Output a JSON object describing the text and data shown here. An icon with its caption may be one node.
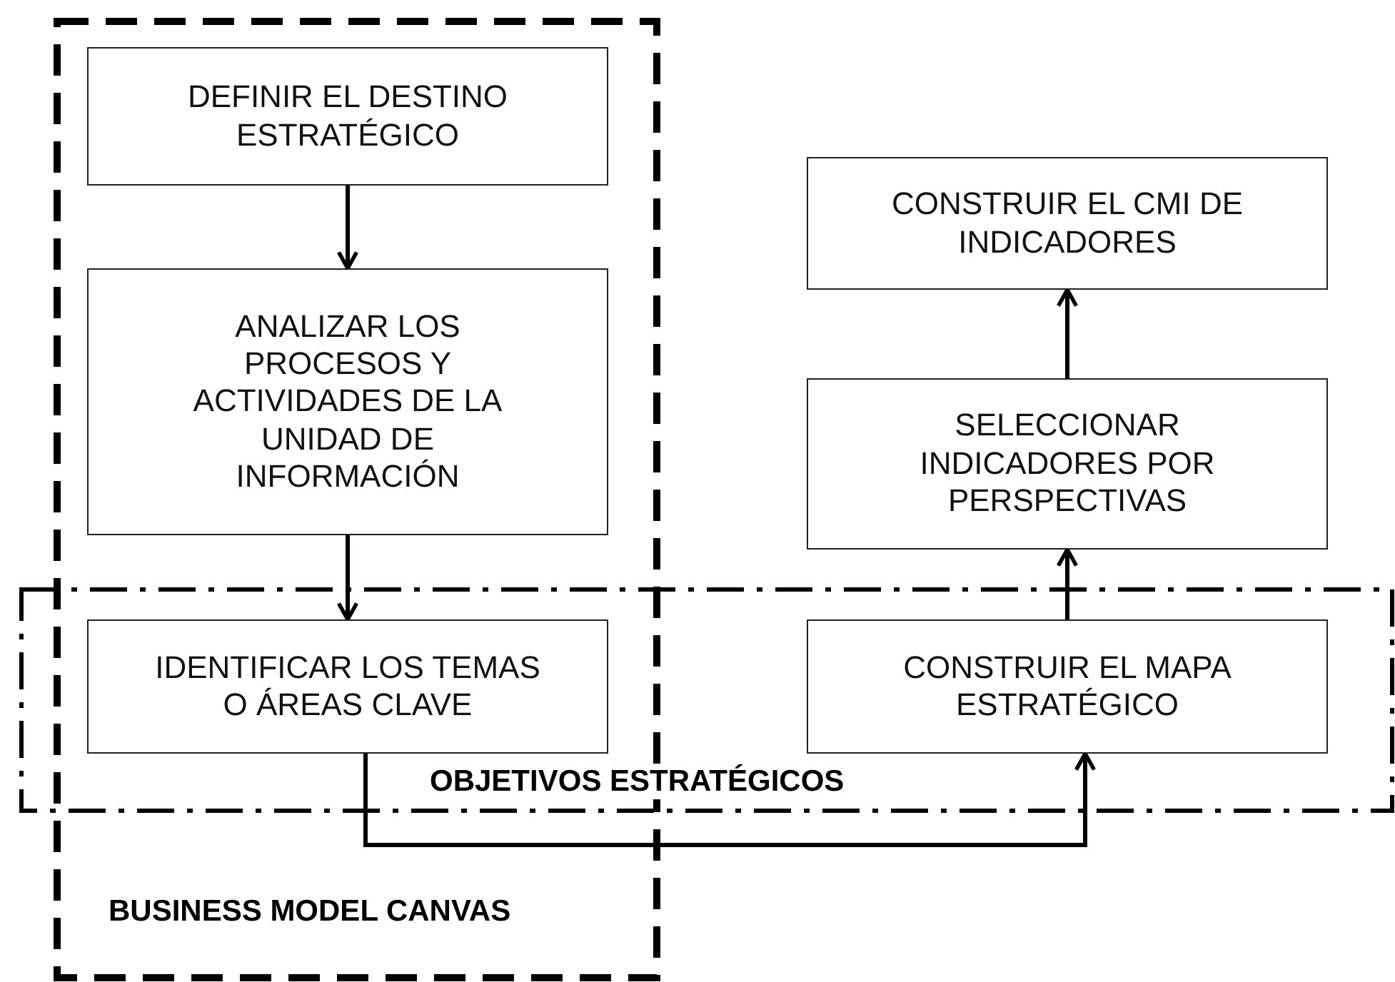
{
  "diagram": {
    "nodes": [
      {
        "text": [
          "BUSINESS MODEL CANVAS"
        ]
      },
      {
        "text": [
          "DEFINIR EL DESTINO ESTRATÉGICO"
        ],
        "in": 0
      },
      {
        "text": [
          "ANALIZAR LOS PROCESOS Y ACTIVIDADES DE LA UNIDAD DE INFORMACIÓN"
        ],
        "in": 0
      },
      {
        "text": [
          "OBJETIVOS ESTRATÉGICOS"
        ]
      },
      {
        "text": [
          "IDENTIFICAR LOS TEMAS O ÁREAS CLAVE"
        ]
      },
      {
        "text": [
          "CONSTRUIR EL MAPA ESTRATÉGICO"
        ],
        "in": 3
      },
      {
        "text": [
          "SELECCIONAR INDICADORES POR PERSPECTIVAS"
        ]
      },
      {
        "text": [
          "CONSTRUIR EL CMI DE INDICADORES"
        ]
      }
    ],
    "edges": [
      {
        "from": 1,
        "to": 2,
        "arrow": "to"
      },
      {
        "from": 2,
        "to": 4,
        "arrow": "to"
      },
      {
        "from": 4,
        "to": 5,
        "arrow": "to"
      },
      {
        "from": 5,
        "to": 6,
        "arrow": "to"
      },
      {
        "from": 6,
        "to": 7,
        "arrow": "to"
      }
    ]
  }
}
